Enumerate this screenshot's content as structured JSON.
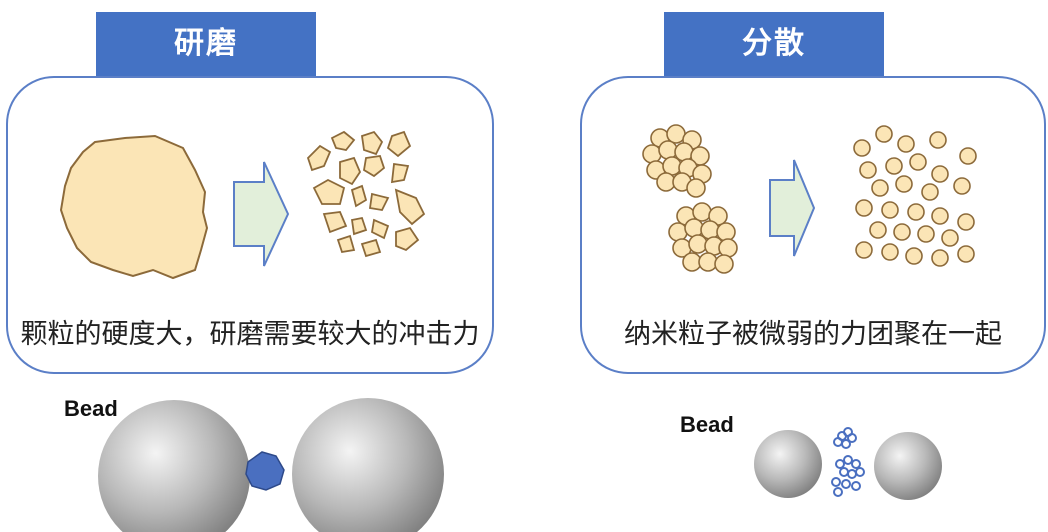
{
  "left_panel": {
    "title": "研磨",
    "caption": "颗粒的硬度大，研磨需要较大的冲击力",
    "bead_label": "Bead"
  },
  "right_panel": {
    "title": "分散",
    "caption": "纳米粒子被微弱的力团聚在一起",
    "bead_label": "Bead"
  },
  "colors": {
    "title_bar": "#4472c4",
    "box_border": "#5b7fc7",
    "particle_fill": "#fbe5b6",
    "particle_stroke": "#8c6a3a",
    "arrow_fill": "#e2efda",
    "arrow_stroke": "#5b7fc7",
    "bead_gray": "#9a9a9a",
    "small_particle": "#4a6fc0"
  }
}
